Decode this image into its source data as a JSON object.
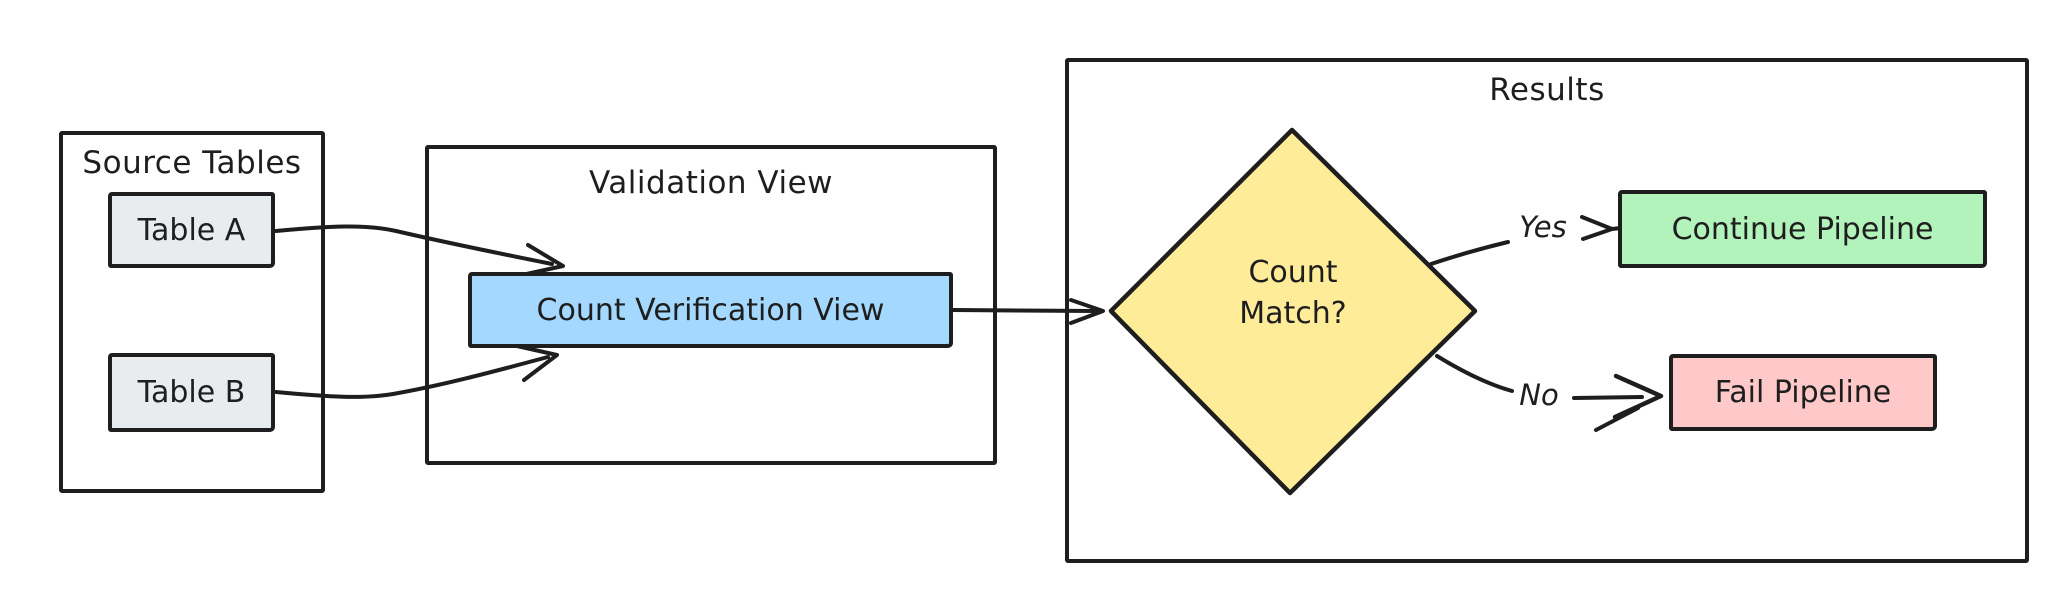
{
  "diagram": {
    "background": "#ffffff",
    "stroke": "#1e1e1e"
  },
  "groups": {
    "source_tables": {
      "title": "Source Tables"
    },
    "validation_view": {
      "title": "Validation View"
    },
    "results": {
      "title": "Results"
    }
  },
  "nodes": {
    "table_a": {
      "label": "Table A",
      "shape": "rectangle",
      "fill": "#e9ecef"
    },
    "table_b": {
      "label": "Table B",
      "shape": "rectangle",
      "fill": "#e9ecef"
    },
    "count_verification_view": {
      "label": "Count Verification View",
      "shape": "rectangle",
      "fill": "#a5d8ff"
    },
    "count_match": {
      "label": "Count\nMatch?",
      "shape": "diamond",
      "fill": "#ffec99"
    },
    "continue_pipeline": {
      "label": "Continue Pipeline",
      "shape": "rectangle",
      "fill": "#b2f2bb"
    },
    "fail_pipeline": {
      "label": "Fail Pipeline",
      "shape": "rectangle",
      "fill": "#ffc9c9"
    }
  },
  "edges": [
    {
      "from": "table_a",
      "to": "count_verification_view",
      "label": ""
    },
    {
      "from": "table_b",
      "to": "count_verification_view",
      "label": ""
    },
    {
      "from": "count_verification_view",
      "to": "count_match",
      "label": ""
    },
    {
      "from": "count_match",
      "to": "continue_pipeline",
      "label": "Yes"
    },
    {
      "from": "count_match",
      "to": "fail_pipeline",
      "label": "No"
    }
  ]
}
